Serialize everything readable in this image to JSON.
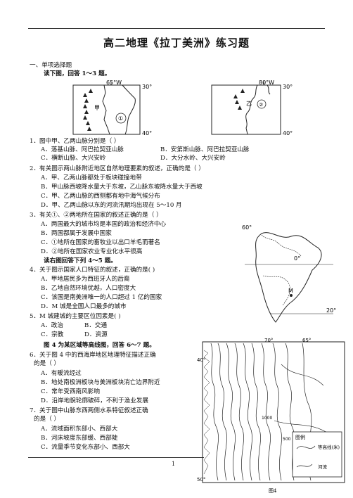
{
  "title": "高二地理《拉丁美洲》练习题",
  "section": "一、单项选择题",
  "intro1": "读下图，回答 1～3 题。",
  "map1": {
    "lon": "65°W",
    "lat_top": "30°",
    "lat_bottom": "40°",
    "label_jia": "甲",
    "label_1": "①"
  },
  "map2": {
    "lon": "80°W",
    "lat_top": "30°",
    "lat_bottom": "40°",
    "label_yi": "乙",
    "label_2": "②"
  },
  "q1": {
    "stem": "1．图中甲、乙两山脉分别是（    ）",
    "a": "A．落基山脉、阿巴拉契亚山脉",
    "b": "B．安第斯山脉、阿巴拉契亚山脉",
    "c": "C．横断山脉、大兴安岭",
    "d": "D．大分水岭、大兴安岭"
  },
  "q2": {
    "stem": "2．有关图示两山脉附近地区自然地理要素的叙述，正确的是（          ）",
    "a": "A．甲、乙两山脉都处于板块碰撞地带",
    "b": "B．甲山脉西坡降水量大于东坡，乙山脉东坡降水量大于西坡",
    "c": "C．甲、乙两山脉的西侧都有地中海气候分布",
    "d": "D．甲、乙两山脉以东的河流汛期均出现在 5～10 月"
  },
  "q3": {
    "stem": "3．有关①、②两地所在国家的叙述正确的是（    ）",
    "a": "A．两国最大的城市均是本国的政治和经济中心",
    "b": "B．两国都属于发展中国家",
    "c": "C．①地所在国家的畜牧业以出口羊毛而著名",
    "d": "D．②地所在国家农业专业化水平很高"
  },
  "intro2": "读右图回答下列 4～5 题。",
  "map3": {
    "lat1": "60°",
    "lat2": "0°",
    "lat3": "20°",
    "label_m": "M"
  },
  "q4": {
    "stem": "4．关于图示国家人口特征的叙述，正确的是(    )",
    "a": "A．甲地居民多为西班牙人的后裔",
    "b": "B．乙地自然环境优越，人口密度大",
    "c": "C．该国是南美洲唯一的人口超过 1 亿的国家",
    "d": "D．M 城是全国人口最多的城市"
  },
  "q5": {
    "stem": "5．M 城建城的主要区位因素是(      )",
    "a": "A．政治",
    "b": "B．交通",
    "c": "C．宗教",
    "d": "D．资源"
  },
  "intro3": "图 4 为某区域等高线图，回答 6～7 题。",
  "q6": {
    "stem1": "6．关于图 4 中的西海岸地区地理特征描述正确",
    "stem2": "的是（    ）",
    "a": "A．有暖流经过",
    "b": "B．地处南极洲板块与美洲板块消亡边界附近",
    "c": "C．常年受西南风影响",
    "d": "D．沿岸地貌轮廓破碎，不利于渔业发展"
  },
  "q7": {
    "stem1": "7．关于图中山脉东西两侧水系特征叙述正确",
    "stem2": "的是（    ）",
    "a": "A．流域面积东部小、西部大",
    "b": "B．河床坡度东部缓、西部陡",
    "c": "C．流量季节变化东部小、西部大"
  },
  "map4": {
    "lon1": "70°",
    "lon2": "65°",
    "lat1": "40°",
    "lat2": "50°",
    "legend_title": "图例",
    "legend_contour": "等高线(米)",
    "legend_river": "河流",
    "c1000": "1000",
    "c500": "500",
    "caption": "图4"
  },
  "page_number": "1"
}
